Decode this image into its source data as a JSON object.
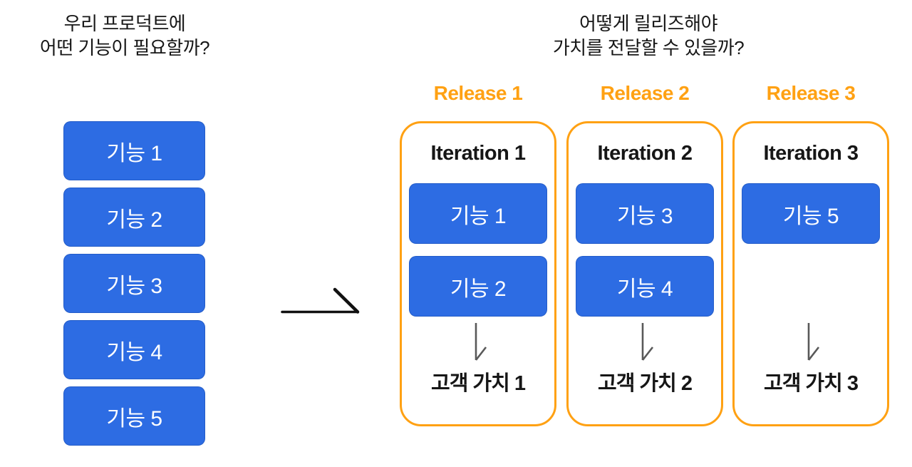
{
  "left_panel": {
    "heading_line1": "우리 프로덕트에",
    "heading_line2": "어떤 기능이 필요할까?",
    "features": [
      "기능 1",
      "기능 2",
      "기능 3",
      "기능 4",
      "기능 5"
    ]
  },
  "right_panel": {
    "heading_line1": "어떻게 릴리즈해야",
    "heading_line2": "가치를 전달할 수 있을까?",
    "releases": [
      {
        "label": "Release 1",
        "iteration": "Iteration 1",
        "features": [
          "기능 1",
          "기능 2"
        ],
        "value": "고객 가치 1"
      },
      {
        "label": "Release 2",
        "iteration": "Iteration 2",
        "features": [
          "기능 3",
          "기능 4"
        ],
        "value": "고객 가치 2"
      },
      {
        "label": "Release 3",
        "iteration": "Iteration 3",
        "features": [
          "기능 5"
        ],
        "value": "고객 가치 3"
      }
    ]
  },
  "icons": {
    "transform_arrow": "right-arrow",
    "value_arrow": "down-arrow"
  },
  "colors": {
    "feature_blue": "#2d6ce3",
    "release_orange": "#ffa113",
    "text_black": "#161616",
    "arrow_gray": "#595959",
    "feature_text": "#ffffff"
  }
}
